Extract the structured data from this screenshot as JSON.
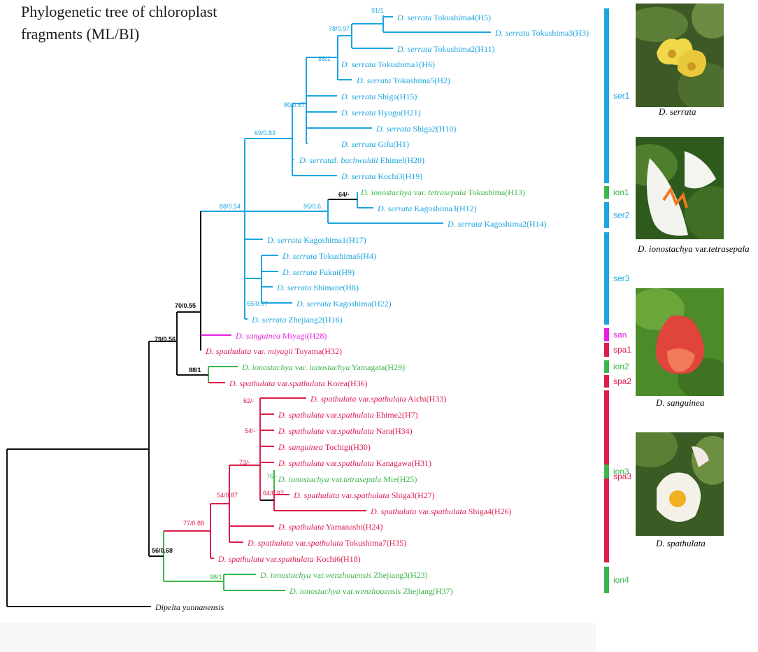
{
  "title": {
    "line1": "Phylogenetic tree of chloroplast",
    "line2": "fragments (ML/BI)"
  },
  "colors": {
    "ser": "#1da5e0",
    "ion": "#3cb54a",
    "spa": "#dc1e4c",
    "san": "#e81ee0",
    "black": "#111111"
  },
  "taxa": [
    {
      "genus": "D. serrata",
      "mid": "",
      "locality": "Tokushima4(H5)",
      "group": "ser"
    },
    {
      "genus": "D. serrata",
      "mid": "",
      "locality": "Tokushima3(H3)",
      "group": "ser"
    },
    {
      "genus": "D. serrata",
      "mid": "",
      "locality": "Tokushima2(H11)",
      "group": "ser"
    },
    {
      "genus": "D. serrata",
      "mid": "",
      "locality": "Tokushima1(H6)",
      "group": "ser"
    },
    {
      "genus": "D. serrata",
      "mid": "",
      "locality": "Tokushima5(H2)",
      "group": "ser"
    },
    {
      "genus": "D. serrata",
      "mid": "",
      "locality": "Shiga(H15)",
      "group": "ser"
    },
    {
      "genus": "D. serrata",
      "mid": "",
      "locality": "Hyogo(H21)",
      "group": "ser"
    },
    {
      "genus": "D. serrata",
      "mid": "",
      "locality": "Shiga2(H10)",
      "group": "ser"
    },
    {
      "genus": "D. serrata",
      "mid": "",
      "locality": "Gifu(H1)",
      "group": "ser"
    },
    {
      "genus": "D. serrata",
      "mid": "f. ",
      "epi": "buchwaldii",
      "locality": "Ehimel(H20)",
      "group": "ser"
    },
    {
      "genus": "D. serrata",
      "mid": "",
      "locality": "Kochi3(H19)",
      "group": "ser"
    },
    {
      "genus": "D. ionostachya",
      "mid": " var. ",
      "epi": "tetrasepala",
      "locality": "Tokushima(H13)",
      "group": "ion"
    },
    {
      "genus": "D. serrata",
      "mid": "",
      "locality": "Kagoshima3(H12)",
      "group": "ser"
    },
    {
      "genus": "D. serrata",
      "mid": "",
      "locality": "Kagoshima2(H14)",
      "group": "ser"
    },
    {
      "genus": "D. serrata",
      "mid": "",
      "locality": "Kagoshima1(H17)",
      "group": "ser"
    },
    {
      "genus": "D. serrata",
      "mid": "",
      "locality": "Tokushima6(H4)",
      "group": "ser"
    },
    {
      "genus": "D. serrata",
      "mid": "",
      "locality": "Fukui(H9)",
      "group": "ser"
    },
    {
      "genus": "D. serrata",
      "mid": "",
      "locality": "Shimane(H8)",
      "group": "ser"
    },
    {
      "genus": "D. serrata",
      "mid": "",
      "locality": "Kagoshima(H22)",
      "group": "ser"
    },
    {
      "genus": "D. serrata",
      "mid": "",
      "locality": "Zhejiang2(H16)",
      "group": "ser"
    },
    {
      "genus": "D. sanguinea",
      "mid": "",
      "locality": "Miyagi(H28)",
      "group": "san"
    },
    {
      "genus": "D. spathulata",
      "mid": " var. ",
      "epi": "miyagii",
      "locality": "Toyama(H32)",
      "group": "spa"
    },
    {
      "genus": "D. ionostachya",
      "mid": " var. ",
      "epi": "ionostachya",
      "locality": "Yamagata(H29)",
      "group": "ion"
    },
    {
      "genus": "D. spathulata",
      "mid": " var.",
      "epi": "spathulata",
      "locality": "Korea(H36)",
      "group": "spa"
    },
    {
      "genus": "D. spathulata",
      "mid": " var.",
      "epi": "spathulata",
      "locality": "Aichi(H33)",
      "group": "spa"
    },
    {
      "genus": "D. spathulata",
      "mid": " var.",
      "epi": "spathulata",
      "locality": "Ehime2(H7)",
      "group": "spa"
    },
    {
      "genus": "D. spathulata",
      "mid": " var.",
      "epi": "spathulata",
      "locality": "Nara(H34)",
      "group": "spa"
    },
    {
      "genus": "D. sanguinea",
      "mid": "",
      "locality": "Tochigi(H30)",
      "group": "spa"
    },
    {
      "genus": "D. spathulata",
      "mid": " var.",
      "epi": "spathulata",
      "locality": "Kanagawa(H31)",
      "group": "spa"
    },
    {
      "genus": "D. ionostachya",
      "mid": " var.",
      "epi": "tetrasepala",
      "locality": "Mie(H25)",
      "group": "ion"
    },
    {
      "genus": "D. spathulata",
      "mid": " var.",
      "epi": "spathulata",
      "locality": "Shiga3(H27)",
      "group": "spa"
    },
    {
      "genus": "D. spathulata",
      "mid": " var.",
      "epi": "spathulata",
      "locality": "Shiga4(H26)",
      "group": "spa"
    },
    {
      "genus": "D. spathulata",
      "mid": "",
      "locality": "Yamanashi(H24)",
      "group": "spa"
    },
    {
      "genus": "D. spathulata",
      "mid": " var.",
      "epi": "spathulata",
      "locality": "Tokushima7(H35)",
      "group": "spa"
    },
    {
      "genus": "D. spathulata",
      "mid": " var.",
      "epi": "spathulata",
      "locality": "Kochi6(H18)",
      "group": "spa"
    },
    {
      "genus": "D. ionostachya",
      "mid": " var.",
      "epi": "wenzhouensis",
      "locality": "Zhejiang3(H23)",
      "group": "ion"
    },
    {
      "genus": "D. ionostachya",
      "mid": " var.",
      "epi": "wenzhouensis",
      "locality": "Zhejiang(H37)",
      "group": "ion"
    },
    {
      "genus": "Dipelta yunnanensis",
      "mid": "",
      "locality": "",
      "group": "black"
    }
  ],
  "support_values": [
    "91/1",
    "78/0.97",
    "88/1",
    "80/0.87",
    "69/0.83",
    "64/-",
    "95/0.6",
    "88/0.54",
    "65/0.97",
    "70/0.55",
    "79/0.56",
    "88/1",
    "62/-",
    "54/-",
    "73/-",
    "76/-",
    "64/0.97",
    "54/0.87",
    "77/0.88",
    "56/0.68",
    "98/1"
  ],
  "groups": [
    {
      "label": "ser1",
      "group": "ser"
    },
    {
      "label": "ion1",
      "group": "ion"
    },
    {
      "label": "ser2",
      "group": "ser"
    },
    {
      "label": "ser3",
      "group": "ser"
    },
    {
      "label": "san",
      "group": "san"
    },
    {
      "label": "spa1",
      "group": "spa"
    },
    {
      "label": "ion2",
      "group": "ion"
    },
    {
      "label": "spa2",
      "group": "spa"
    },
    {
      "label": "spa3",
      "group": "spa"
    },
    {
      "label": "ion3",
      "group": "ion"
    },
    {
      "label": "ion4",
      "group": "ion"
    }
  ],
  "scale_bar": "0.003",
  "photos": [
    {
      "species": "D. serrata",
      "var": "",
      "epi": ""
    },
    {
      "species": "D. ionostachya",
      "var": " var.",
      "epi": "tetrasepala"
    },
    {
      "species": "D. sanguinea",
      "var": "",
      "epi": ""
    },
    {
      "species": "D. spathulata",
      "var": "",
      "epi": ""
    }
  ]
}
